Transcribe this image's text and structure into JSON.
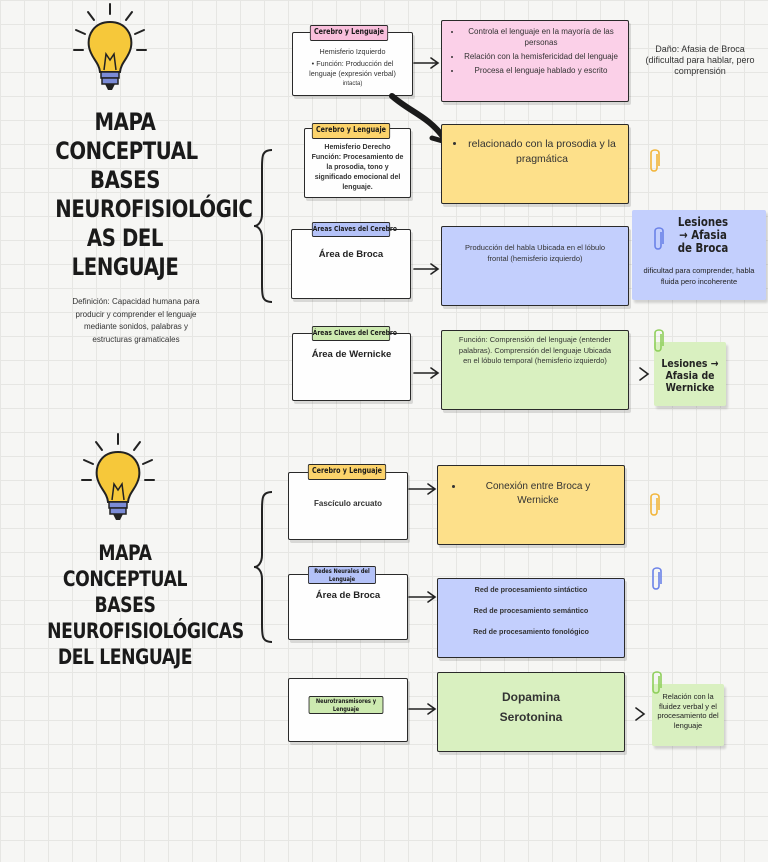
{
  "section1": {
    "title": "MAPA CONCEPTUAL BASES NEUROFISIOLÓGIC AS DEL LENGUAJE",
    "definition": "Definición: Capacidad humana para producir y comprender el lenguaje mediante sonidos, palabras y estructuras gramaticales",
    "row1": {
      "tag": "Cerebro y Lenguaje",
      "lines": [
        "Hemisferio Izquierdo",
        "Función: Producción del lenguaje (expresión verbal)",
        "intacta)"
      ],
      "detail": [
        "Controla el lenguaje en la mayoría de las personas",
        "Relación con la hemisfericidad del lenguaje",
        "Procesa el lenguaje hablado y escrito"
      ],
      "note": "Daño: Afasia de Broca (dificultad para hablar, pero comprensión"
    },
    "row2": {
      "tag": "Cerebro y Lenguaje",
      "text": "Hemisferio Derecho Función: Procesamiento de la prosodia, tono y significado emocional del lenguaje.",
      "detail": "relacionado con la prosodia y la pragmática"
    },
    "row3": {
      "tag": "Áreas Claves del Cerebro",
      "title": "Área de Broca",
      "detail": "Producción del habla Ubicada en el lóbulo frontal (hemisferio izquierdo)",
      "side_title": "Lesiones → Afasia de Broca",
      "side_text": "dificultad para comprender, habla fluida pero incoherente"
    },
    "row4": {
      "tag": "Áreas Claves del Cerebro",
      "title": "Área de Wernicke",
      "detail": "Función: Comprensión del lenguaje (entender palabras). Comprensión del lenguaje Ubicada en el lóbulo temporal (hemisferio izquierdo)",
      "side_title": "Lesiones → Afasia de Wernicke"
    }
  },
  "section2": {
    "title": "MAPA CONCEPTUAL BASES NEUROFISIOLÓGICAS DEL LENGUAJE",
    "row1": {
      "tag": "Cerebro y Lenguaje",
      "title": "Fascículo arcuato",
      "detail": "Conexión entre Broca y Wernicke"
    },
    "row2": {
      "tag": "Redes Neurales del Lenguaje",
      "title": "Área de Broca",
      "detail": [
        "Red de procesamiento sintáctico",
        "Red de procesamiento semántico",
        "Red de procesamiento fonológico"
      ]
    },
    "row3": {
      "tag": "Neurotransmisores y Lenguaje",
      "detail": [
        "Dopamina",
        "Serotonina"
      ],
      "side_text": "Relación con la fluidez verbal y el procesamiento del lenguaje"
    }
  },
  "colors": {
    "pink": "#fbd0e8",
    "yellow": "#fde08a",
    "blue": "#c3cffd",
    "green": "#d9f0c0",
    "bulb": "#f6c83a"
  }
}
